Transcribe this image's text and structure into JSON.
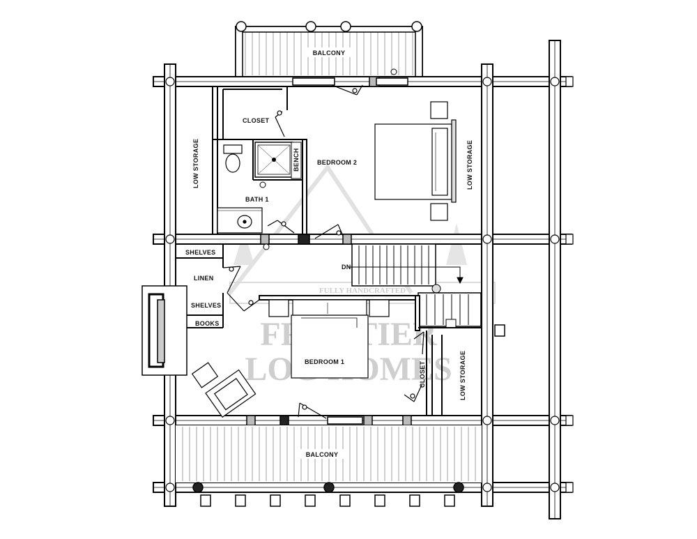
{
  "plan": {
    "rooms": {
      "balcony_top": "BALCONY",
      "balcony_bottom": "BALCONY",
      "closet_top": "CLOSET",
      "bedroom_2": "BEDROOM 2",
      "bench": "BENCH",
      "low_storage_left": "LOW STORAGE",
      "low_storage_right_top": "LOW STORAGE",
      "bath_1": "BATH 1",
      "shelves_top": "SHELVES",
      "linen": "LINEN",
      "shelves_bottom": "SHELVES",
      "books": "BOOKS",
      "down": "DN",
      "bedroom_1": "BEDROOM 1",
      "closet_right": "CLOSET",
      "low_storage_right_bottom": "LOW STORAGE"
    },
    "watermark": {
      "line1": "FRONTIER",
      "line2": "LOG HOMES",
      "tagline": "FULLY HANDCRAFTED"
    }
  }
}
